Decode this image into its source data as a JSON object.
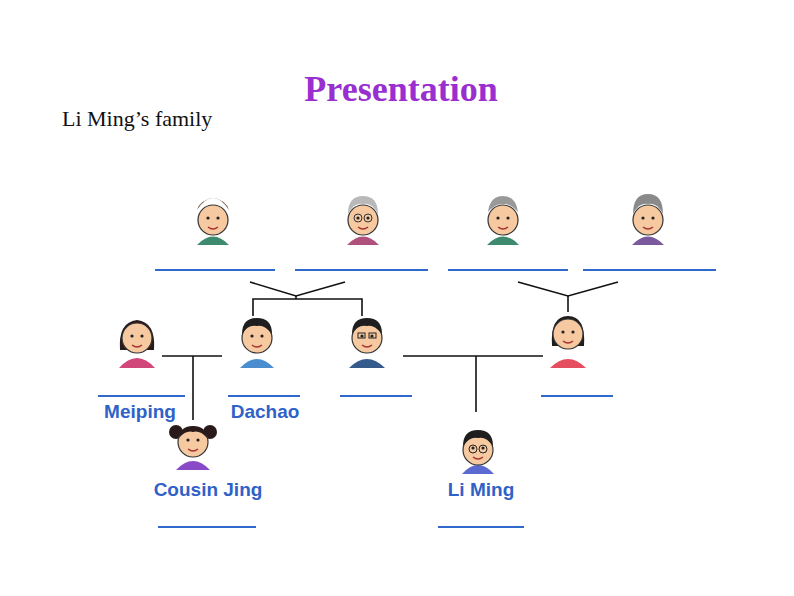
{
  "diagram": {
    "title": "Presentation",
    "labels": [
      "Li Ming’s family",
      "Meiping",
      "Dachao",
      "Cousin Jing",
      "Li Ming"
    ]
  }
}
